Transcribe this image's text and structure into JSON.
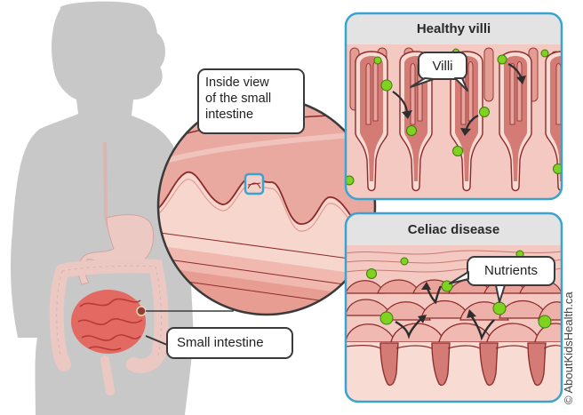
{
  "figure": {
    "labels": {
      "inside_view": "Inside view of the small intestine",
      "inside_view_lines": [
        "Inside view",
        "of the small",
        "intestine"
      ],
      "small_intestine": "Small intestine",
      "villi": "Villi",
      "nutrients": "Nutrients"
    },
    "panels": {
      "healthy": {
        "title": "Healthy villi"
      },
      "celiac": {
        "title": "Celiac disease"
      }
    },
    "credit": "© AboutKidsHealth.ca",
    "colors": {
      "silhouette": "#c8c8c8",
      "panel_border": "#3aa3cf",
      "panel_header": "#e3e3e3",
      "tissue_light": "#f3c9c2",
      "tissue_mid": "#e59b93",
      "tissue_dark": "#8c2a2a",
      "small_intestine": "#e0605a",
      "nutrient": "#7fd320",
      "outline": "#3a3a3a"
    }
  }
}
